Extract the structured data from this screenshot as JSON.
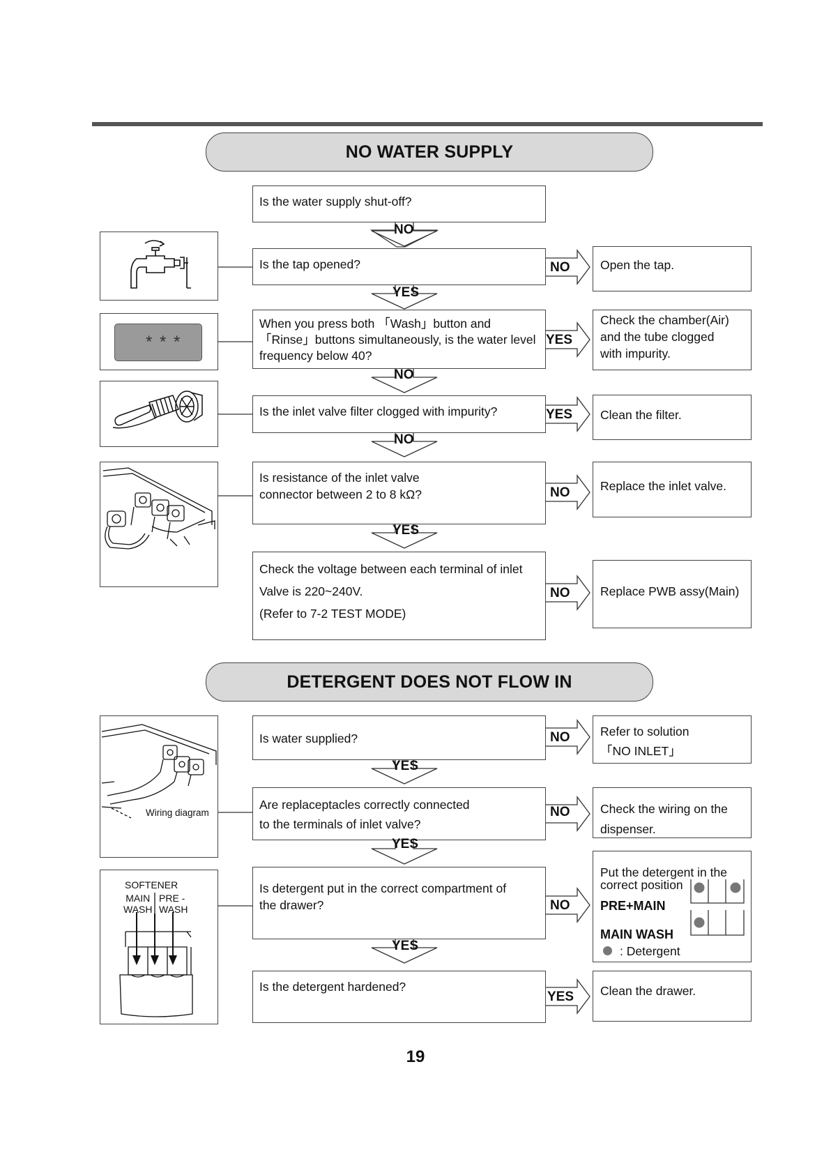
{
  "sections": [
    {
      "title": "NO WATER SUPPLY"
    },
    {
      "title": "DETERGENT DOES NOT FLOW IN"
    }
  ],
  "questions": [
    {
      "text": "Is the water supply shut-off?"
    },
    {
      "text": "Is the tap opened?"
    },
    {
      "text": "When you press both 「Wash」button and「Rinse」buttons simultaneously, is the water level frequency below 40?"
    },
    {
      "text": "Is the inlet valve filter clogged with impurity?"
    },
    {
      "text": "Is resistance of the inlet valve connector between 2 to 8 kΩ?"
    },
    {
      "lines": [
        "Check the voltage between each terminal of inlet",
        "Valve is 220~240V.",
        "(Refer to 7-2 TEST MODE)"
      ]
    },
    {
      "text": "Is water supplied?"
    },
    {
      "text": "Are replaceptacles correctly connected to the terminals of inlet valve?"
    },
    {
      "text": "Is detergent put in the correct compartment of the drawer?"
    },
    {
      "text": "Is the detergent hardened?"
    }
  ],
  "answers": [
    {
      "text": "Open the tap."
    },
    {
      "text": "Check the chamber(Air) and the tube clogged with impurity."
    },
    {
      "text": "Clean the filter."
    },
    {
      "text": "Replace the inlet valve."
    },
    {
      "text": "Replace PWB assy(Main)"
    },
    {
      "lines": [
        "Refer to solution",
        "「NO INLET」"
      ]
    },
    {
      "text": "Check the wiring on the dispenser."
    },
    {
      "text": "Clean the drawer."
    }
  ],
  "detergent_answer": {
    "line1": "Put the detergent in the",
    "line2": "correct position",
    "option1": "PRE+MAIN",
    "option2": "MAIN WASH",
    "legend": ": Detergent"
  },
  "down_labels": [
    "NO",
    "YES",
    "NO",
    "NO",
    "YES",
    "YES",
    "YES",
    "YES"
  ],
  "side_labels": [
    "NO",
    "YES",
    "YES",
    "NO",
    "NO",
    "NO",
    "NO",
    "NO",
    "YES"
  ],
  "illustrations": {
    "display_value": "* * *",
    "wiring_caption": "Wiring diagram",
    "softener_label": "SOFTENER",
    "main_wash_label": [
      "MAIN",
      "WASH"
    ],
    "prewash_label": [
      "PRE -",
      "WASH"
    ]
  },
  "page_number": "19"
}
